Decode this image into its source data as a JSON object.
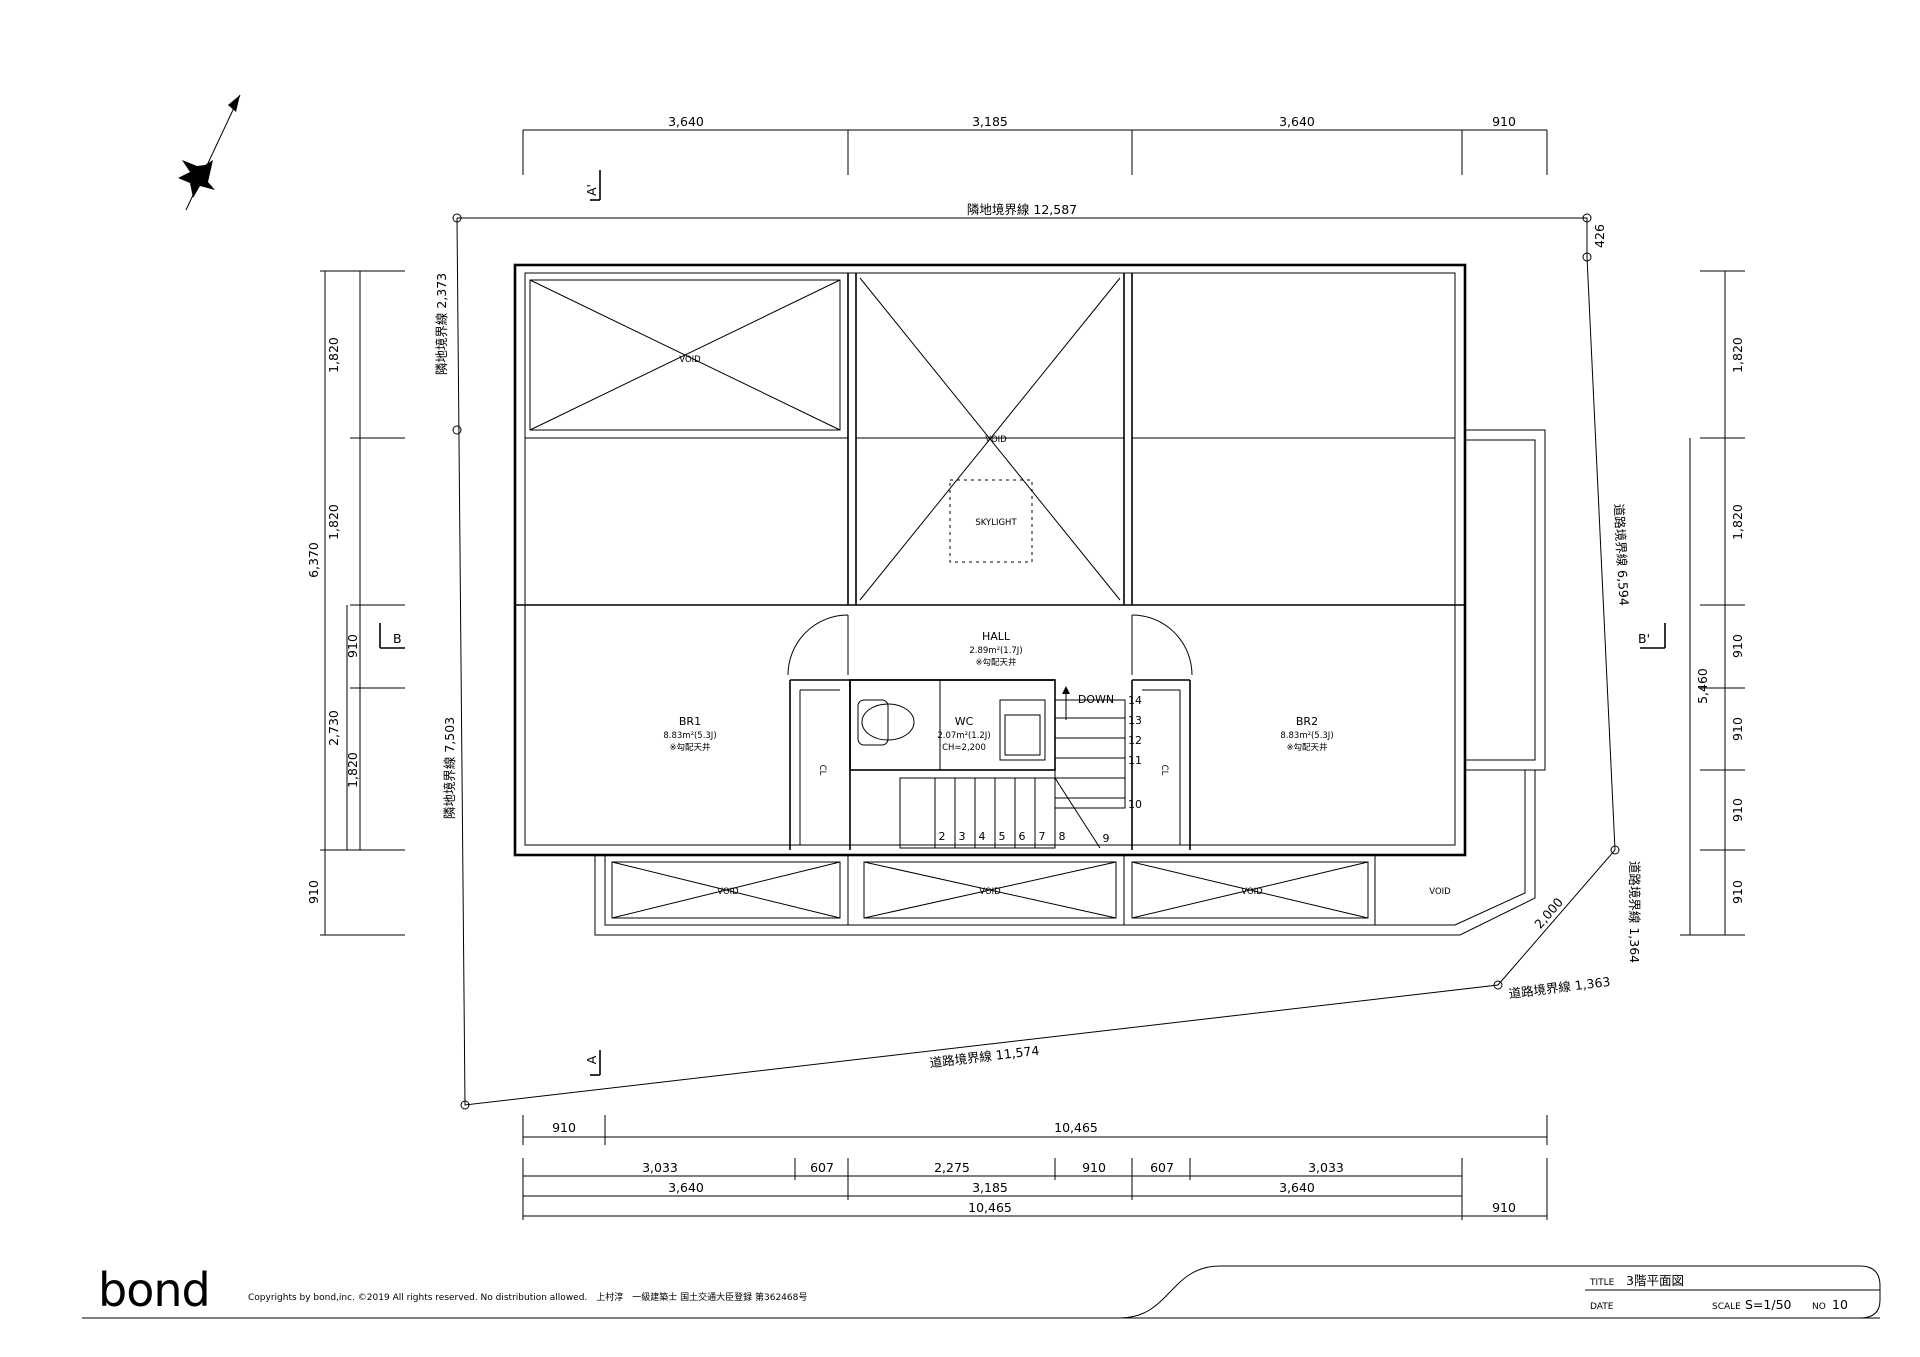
{
  "logo": "bond",
  "copyright": "Copyrights by bond,inc. ©2019 All rights reserved. No distribution allowed.　上村淳　一級建築士 国土交通大臣登録 第362468号",
  "title_block": {
    "title_label": "TITLE",
    "title_value": "3階平面図",
    "date_label": "DATE",
    "scale_label": "SCALE",
    "scale_value": "S=1/50",
    "no_label": "NO",
    "no_value": "10"
  },
  "dims_top": [
    "3,640",
    "3,185",
    "3,640",
    "910"
  ],
  "dims_bottom_row1": [
    "910",
    "10,465"
  ],
  "dims_bottom_row2": [
    "3,033",
    "607",
    "2,275",
    "910",
    "607",
    "3,033"
  ],
  "dims_bottom_row3": [
    "3,640",
    "3,185",
    "3,640"
  ],
  "dims_bottom_row4": [
    "10,465",
    "910"
  ],
  "dims_left": [
    "1,820",
    "1,820",
    "910",
    "1,820",
    "6,370",
    "2,730",
    "910"
  ],
  "dims_right": [
    "1,820",
    "1,820",
    "910",
    "910",
    "910",
    "910",
    "5,460"
  ],
  "boundaries": {
    "top": "隣地境界線 12,587",
    "left_upper": "隣地境界線 2,373",
    "left_lower": "隣地境界線 7,503",
    "right_upper": "道路境界線 6,594",
    "right_top_small": "426",
    "right_lower": "道路境界線 1,364",
    "corner_diag": "2,000",
    "bottom_right": "道路境界線 1,363",
    "bottom": "道路境界線 11,574"
  },
  "section_marks": {
    "a_top": "A'",
    "a_bottom": "A",
    "b_left": "B",
    "b_right": "B'"
  },
  "rooms": {
    "void_top_left": "VOID",
    "void_top_center": "VOID",
    "skylight": "SKYLIGHT",
    "hall_name": "HALL",
    "hall_area": "2.89m²(1.7J)",
    "hall_note": "※勾配天井",
    "br1_name": "BR1",
    "br1_area": "8.83m²(5.3J)",
    "br1_note": "※勾配天井",
    "br2_name": "BR2",
    "br2_area": "8.83m²(5.3J)",
    "br2_note": "※勾配天井",
    "wc_name": "WC",
    "wc_area": "2.07m²(1.2J)",
    "wc_ch": "CH=2,200",
    "cl_left": "CL",
    "cl_right": "CL",
    "down": "DOWN",
    "balcony_void_1": "VOID",
    "balcony_void_2": "VOID",
    "balcony_void_3": "VOID",
    "balcony_void_4": "VOID"
  },
  "stairs_right": [
    "14",
    "13",
    "12",
    "11",
    "10"
  ],
  "stairs_bottom": [
    "2",
    "3",
    "4",
    "5",
    "6",
    "7",
    "8",
    "9"
  ]
}
